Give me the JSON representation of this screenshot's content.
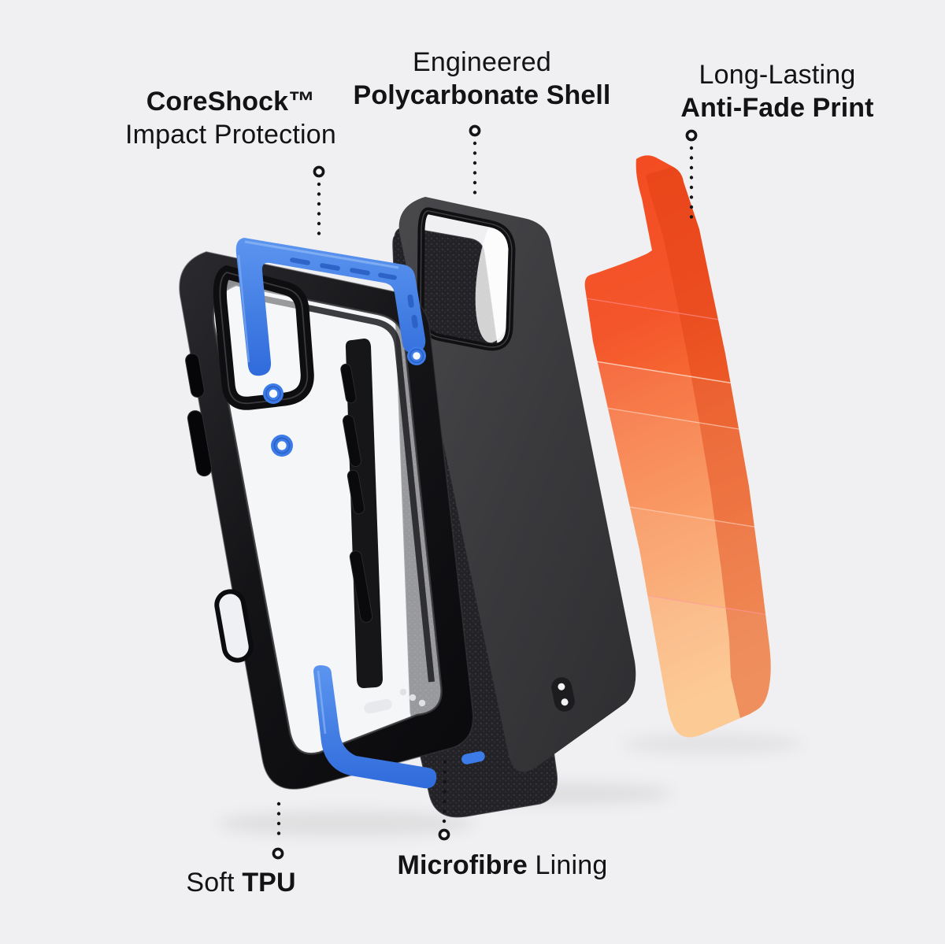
{
  "canvas": {
    "background": "#f0f0f2"
  },
  "callouts": {
    "coreshock": {
      "line1": "CoreShock™",
      "line2": "Impact Protection"
    },
    "polycarbonate": {
      "line1": "Engineered",
      "line2": "Polycarbonate Shell"
    },
    "antifade": {
      "line1": "Long-Lasting",
      "line2": "Anti-Fade Print"
    },
    "soft_tpu": {
      "regular": "Soft ",
      "bold": "TPU"
    },
    "microfibre": {
      "bold": "Microfibre",
      "regular": " Lining"
    }
  },
  "colors": {
    "text": "#131316",
    "accent_blue": "#3d7ce8",
    "case_black": "#141417",
    "shell_gray": "#3e3e41",
    "microfibre_dark": "#232327",
    "print_orange_top": "#f34a20",
    "print_orange_bottom": "#fbb164"
  }
}
